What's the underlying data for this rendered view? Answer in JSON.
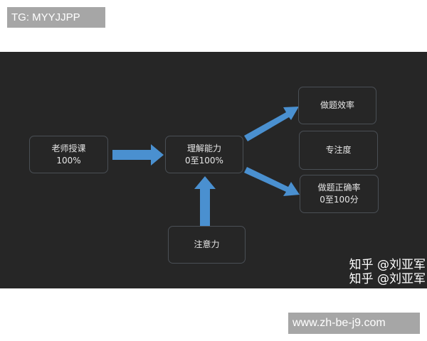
{
  "tg_label": "TG: MYYJJPP",
  "url_label": "www.zh-be-j9.com",
  "watermark": "知乎 @刘亚军",
  "colors": {
    "panel": "#262626",
    "arrow": "#4a90d0"
  },
  "nodes": {
    "teacher": {
      "title": "老师授课",
      "value": "100%"
    },
    "comprehension": {
      "title": "理解能力",
      "value": "0至100%"
    },
    "efficiency": {
      "title": "做题效率"
    },
    "focus": {
      "title": "专注度"
    },
    "accuracy": {
      "title": "做题正确率",
      "value": "0至100分"
    },
    "attention": {
      "title": "注意力"
    }
  },
  "edges": [
    {
      "from": "老师授课",
      "to": "理解能力"
    },
    {
      "from": "注意力",
      "to": "理解能力"
    },
    {
      "from": "理解能力",
      "to": "做题效率"
    },
    {
      "from": "理解能力",
      "to": "做题正确率"
    }
  ]
}
